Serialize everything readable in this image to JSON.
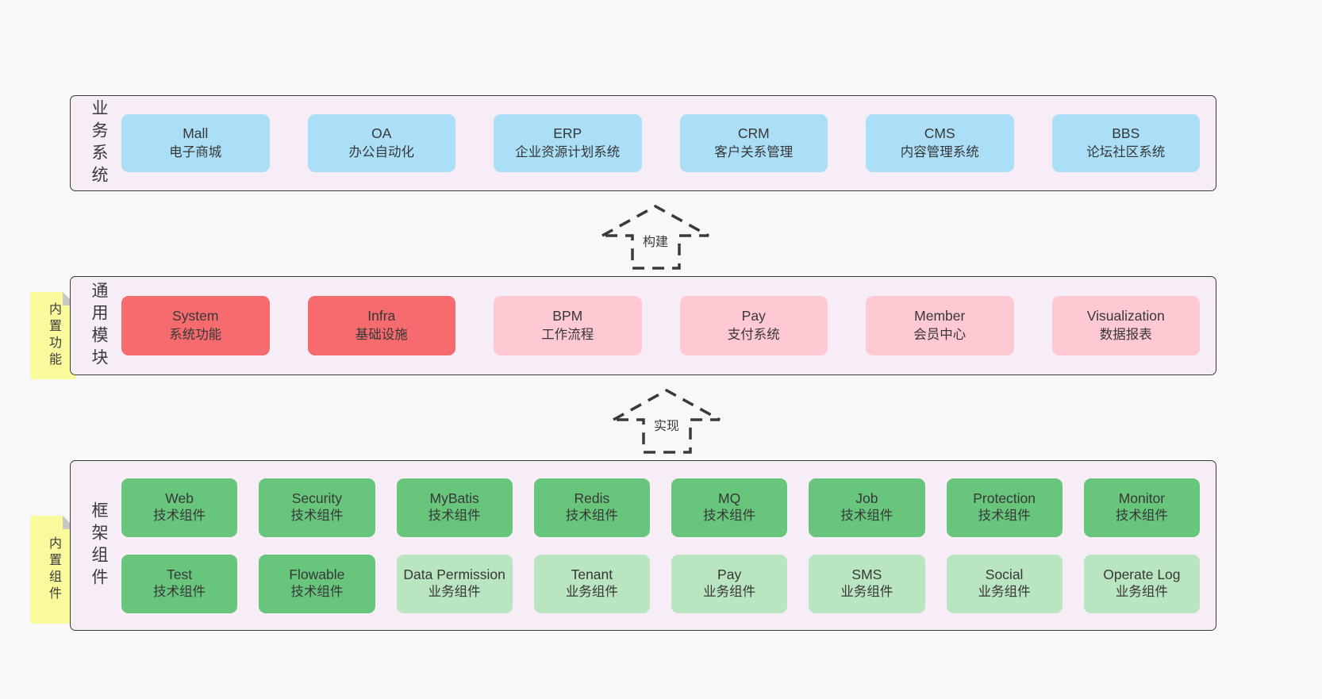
{
  "colors": {
    "page_bg": "#f8f8f8",
    "panel_bg": "#f7edf6",
    "panel_border": "#3a3a3a",
    "box_blue": "#abdef7",
    "box_red": "#f56b6e",
    "box_pink": "#fec9d2",
    "box_green": "#68c67c",
    "box_green_light": "#b9e5c1",
    "tab_yellow": "#fafa9d",
    "text": "#373737"
  },
  "panel_business": {
    "label": "业务系统",
    "boxes": [
      {
        "title": "Mall",
        "sub": "电子商城"
      },
      {
        "title": "OA",
        "sub": "办公自动化"
      },
      {
        "title": "ERP",
        "sub": "企业资源计划系统"
      },
      {
        "title": "CRM",
        "sub": "客户关系管理"
      },
      {
        "title": "CMS",
        "sub": "内容管理系统"
      },
      {
        "title": "BBS",
        "sub": "论坛社区系统"
      }
    ]
  },
  "arrow_build": {
    "label": "构建"
  },
  "panel_modules": {
    "label": "通用模块",
    "tab": "内置功能",
    "boxes": [
      {
        "title": "System",
        "sub": "系统功能"
      },
      {
        "title": "Infra",
        "sub": "基础设施"
      },
      {
        "title": "BPM",
        "sub": "工作流程"
      },
      {
        "title": "Pay",
        "sub": "支付系统"
      },
      {
        "title": "Member",
        "sub": "会员中心"
      },
      {
        "title": "Visualization",
        "sub": "数据报表"
      }
    ]
  },
  "arrow_implement": {
    "label": "实现"
  },
  "panel_components": {
    "label": "框架组件",
    "tab": "内置组件",
    "row1": [
      {
        "title": "Web",
        "sub": "技术组件"
      },
      {
        "title": "Security",
        "sub": "技术组件"
      },
      {
        "title": "MyBatis",
        "sub": "技术组件"
      },
      {
        "title": "Redis",
        "sub": "技术组件"
      },
      {
        "title": "MQ",
        "sub": "技术组件"
      },
      {
        "title": "Job",
        "sub": "技术组件"
      },
      {
        "title": "Protection",
        "sub": "技术组件"
      },
      {
        "title": "Monitor",
        "sub": "技术组件"
      }
    ],
    "row2": [
      {
        "title": "Test",
        "sub": "技术组件"
      },
      {
        "title": "Flowable",
        "sub": "技术组件"
      },
      {
        "title": "Data Permission",
        "sub": "业务组件"
      },
      {
        "title": "Tenant",
        "sub": "业务组件"
      },
      {
        "title": "Pay",
        "sub": "业务组件"
      },
      {
        "title": "SMS",
        "sub": "业务组件"
      },
      {
        "title": "Social",
        "sub": "业务组件"
      },
      {
        "title": "Operate Log",
        "sub": "业务组件"
      }
    ]
  }
}
